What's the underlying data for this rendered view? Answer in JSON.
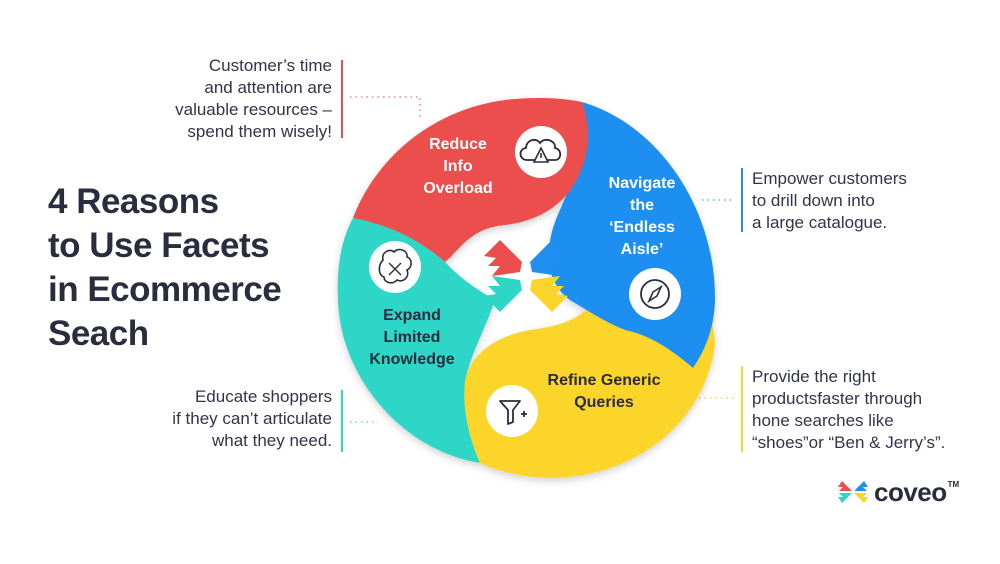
{
  "title_lines": [
    "4 Reasons",
    "to Use Facets",
    "in Ecommerce",
    "Seach"
  ],
  "colors": {
    "red": "#ec4e4d",
    "blue": "#1f8ff0",
    "yellow": "#fcd52a",
    "teal": "#2ed6c7",
    "text": "#2a2d3d"
  },
  "segments": {
    "red": {
      "label_lines": [
        "Reduce",
        "Info",
        "Overload"
      ],
      "icon": "cloud-warning-icon"
    },
    "blue": {
      "label_lines": [
        "Navigate",
        "the",
        "‘Endless",
        "Aisle’"
      ],
      "icon": "compass-icon"
    },
    "yellow": {
      "label_lines": [
        "Refine Generic",
        "Queries"
      ],
      "icon": "filter-plus-icon"
    },
    "teal": {
      "label_lines": [
        "Expand",
        "Limited",
        "Knowledge"
      ],
      "icon": "brain-icon"
    }
  },
  "notes": {
    "top_left": [
      "Customer’s time",
      "and attention are",
      "valuable resources –",
      "spend them wisely!"
    ],
    "right_top": [
      "Empower customers",
      "to drill down into",
      "a large catalogue."
    ],
    "bottom_left": [
      "Educate shoppers",
      "if they can’t articulate",
      "what they need."
    ],
    "right_bottom": [
      "Provide the right",
      "productsfaster through",
      "hone searches like",
      "“shoes”or “Ben & Jerry’s”."
    ]
  },
  "logo": {
    "text": "coveo",
    "tm": "TM"
  }
}
